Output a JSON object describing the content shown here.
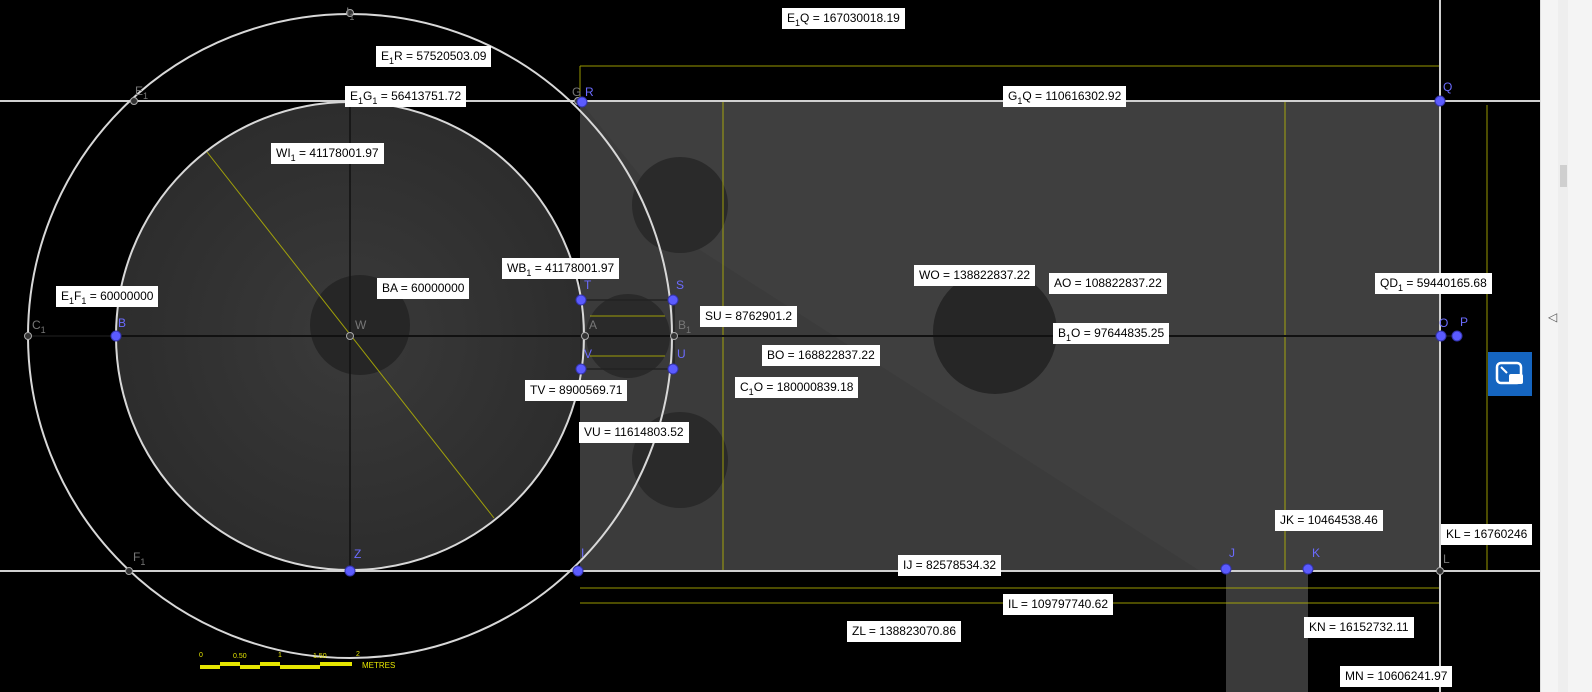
{
  "measurements": [
    {
      "parts": [
        [
          "E",
          "1"
        ],
        [
          "Q",
          ""
        ]
      ],
      "value": "167030018.19"
    },
    {
      "parts": [
        [
          "E",
          "1"
        ],
        [
          "R",
          ""
        ]
      ],
      "value": "57520503.09"
    },
    {
      "parts": [
        [
          "E",
          "1"
        ],
        [
          "G",
          "1"
        ]
      ],
      "value": "56413751.72"
    },
    {
      "parts": [
        [
          "G",
          "1"
        ],
        [
          "Q",
          ""
        ]
      ],
      "value": "110616302.92"
    },
    {
      "parts": [
        [
          "WI",
          "1"
        ]
      ],
      "value": "41178001.97"
    },
    {
      "parts": [
        [
          "WB",
          "1"
        ]
      ],
      "value": "41178001.97"
    },
    {
      "parts": [
        [
          "BA",
          ""
        ]
      ],
      "value": "60000000"
    },
    {
      "parts": [
        [
          "E",
          "1"
        ],
        [
          "F",
          "1"
        ]
      ],
      "value": "60000000"
    },
    {
      "parts": [
        [
          "WO",
          ""
        ]
      ],
      "value": "138822837.22"
    },
    {
      "parts": [
        [
          "AO",
          ""
        ]
      ],
      "value": "108822837.22"
    },
    {
      "parts": [
        [
          "QD",
          "1"
        ]
      ],
      "value": "59440165.68"
    },
    {
      "parts": [
        [
          "SU",
          ""
        ]
      ],
      "value": "8762901.2"
    },
    {
      "parts": [
        [
          "B",
          "1"
        ],
        [
          "O",
          ""
        ]
      ],
      "value": "97644835.25"
    },
    {
      "parts": [
        [
          "BO",
          ""
        ]
      ],
      "value": "168822837.22"
    },
    {
      "parts": [
        [
          "TV",
          ""
        ]
      ],
      "value": "8900569.71"
    },
    {
      "parts": [
        [
          "C",
          "1"
        ],
        [
          "O",
          ""
        ]
      ],
      "value": "180000839.18"
    },
    {
      "parts": [
        [
          "VU",
          ""
        ]
      ],
      "value": "11614803.52"
    },
    {
      "parts": [
        [
          "JK",
          ""
        ]
      ],
      "value": "10464538.46"
    },
    {
      "parts": [
        [
          "KL",
          ""
        ]
      ],
      "value": "16760246"
    },
    {
      "parts": [
        [
          "IJ",
          ""
        ]
      ],
      "value": "82578534.32"
    },
    {
      "parts": [
        [
          "IL",
          ""
        ]
      ],
      "value": "109797740.62"
    },
    {
      "parts": [
        [
          "ZL",
          ""
        ]
      ],
      "value": "138823070.86"
    },
    {
      "parts": [
        [
          "KN",
          ""
        ]
      ],
      "value": "16152732.11"
    },
    {
      "parts": [
        [
          "MN",
          ""
        ]
      ],
      "value": "10606241.97"
    }
  ],
  "points": [
    {
      "name": "I",
      "sub": "1",
      "style": "gray"
    },
    {
      "name": "E",
      "sub": "1",
      "style": "gray"
    },
    {
      "name": "G",
      "sub": "",
      "style": "gray"
    },
    {
      "name": "R",
      "sub": "",
      "style": "blue"
    },
    {
      "name": "C",
      "sub": "1",
      "style": "gray"
    },
    {
      "name": "B",
      "sub": "",
      "style": "blue"
    },
    {
      "name": "W",
      "sub": "",
      "style": "gray"
    },
    {
      "name": "A",
      "sub": "",
      "style": "gray"
    },
    {
      "name": "B",
      "sub": "1",
      "style": "gray"
    },
    {
      "name": "T",
      "sub": "",
      "style": "blue"
    },
    {
      "name": "S",
      "sub": "",
      "style": "blue"
    },
    {
      "name": "V",
      "sub": "",
      "style": "blue"
    },
    {
      "name": "U",
      "sub": "",
      "style": "blue"
    },
    {
      "name": "O",
      "sub": "",
      "style": "blue"
    },
    {
      "name": "P",
      "sub": "",
      "style": "blue"
    },
    {
      "name": "Q",
      "sub": "",
      "style": "blue"
    },
    {
      "name": "F",
      "sub": "1",
      "style": "gray"
    },
    {
      "name": "Z",
      "sub": "",
      "style": "blue"
    },
    {
      "name": "I",
      "sub": "",
      "style": "blue"
    },
    {
      "name": "J",
      "sub": "",
      "style": "blue"
    },
    {
      "name": "K",
      "sub": "",
      "style": "blue"
    },
    {
      "name": "L",
      "sub": "",
      "style": "gray"
    }
  ],
  "scale_bar": {
    "ticks": [
      "0",
      "0.50",
      "1",
      "1.50",
      "2"
    ],
    "unit": "METRES"
  },
  "colors": {
    "point_blue": "#5b5bff",
    "line": "#d0d0d0",
    "measure": "#e6e600",
    "fullscreen_button": "#1565c0"
  }
}
